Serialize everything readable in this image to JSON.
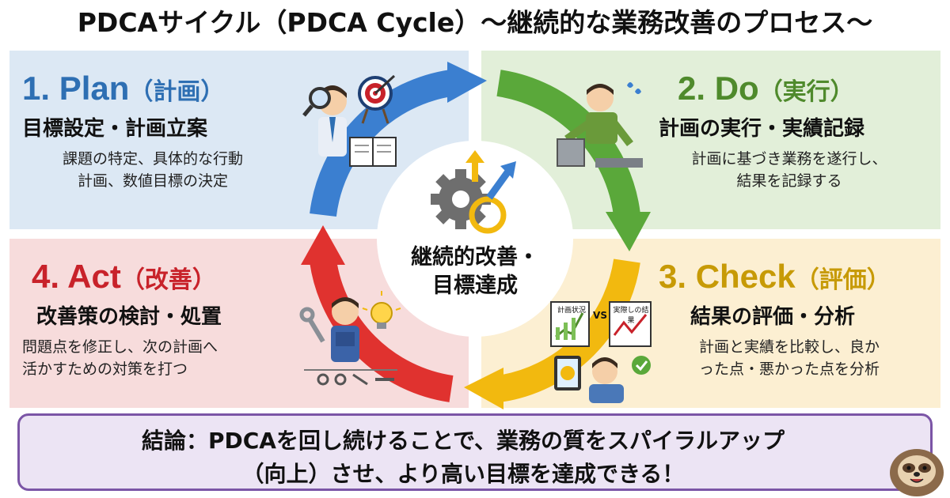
{
  "title": "PDCAサイクル（PDCA Cycle）〜継続的な業務改善のプロセス〜",
  "center": {
    "line1": "継続的改善・",
    "line2": "目標達成"
  },
  "plan": {
    "number": "1. Plan",
    "label": "（計画）",
    "subtitle": "目標設定・計画立案",
    "desc1": "課題の特定、具体的な行動",
    "desc2": "計画、数値目標の決定"
  },
  "do": {
    "number": "2. Do",
    "label": "（実行）",
    "subtitle": "計画の実行・実績記録",
    "desc1": "計画に基づき業務を遂行し、",
    "desc2": "結果を記録する"
  },
  "check": {
    "number": "3. Check",
    "label": "（評価）",
    "subtitle": "結果の評価・分析",
    "desc1": "計画と実績を比較し、良か",
    "desc2": "った点・悪かった点を分析",
    "card_plan": "計画状況",
    "card_vs": "VS",
    "card_actual": "実際しの結果"
  },
  "act": {
    "number": "4. Act",
    "label": "（改善）",
    "subtitle": "改善策の検討・処置",
    "desc1": "問題点を修正し、次の計画へ",
    "desc2": "活かすための対策を打つ"
  },
  "conclusion": {
    "line1": "結論：PDCAを回し続けることで、業務の質をスパイラルアップ",
    "line2": "（向上）させ、より高い目標を達成できる！"
  },
  "colors": {
    "plan": "#2e6fb3",
    "do": "#4f8a2c",
    "check": "#c79a06",
    "act": "#c8222a",
    "conclusion_border": "#7b55a6"
  },
  "icons": [
    "gear-icon",
    "target-icon",
    "magnifier-icon",
    "lightbulb-icon",
    "wrench-icon",
    "checkmark-icon",
    "sloth-mascot"
  ]
}
